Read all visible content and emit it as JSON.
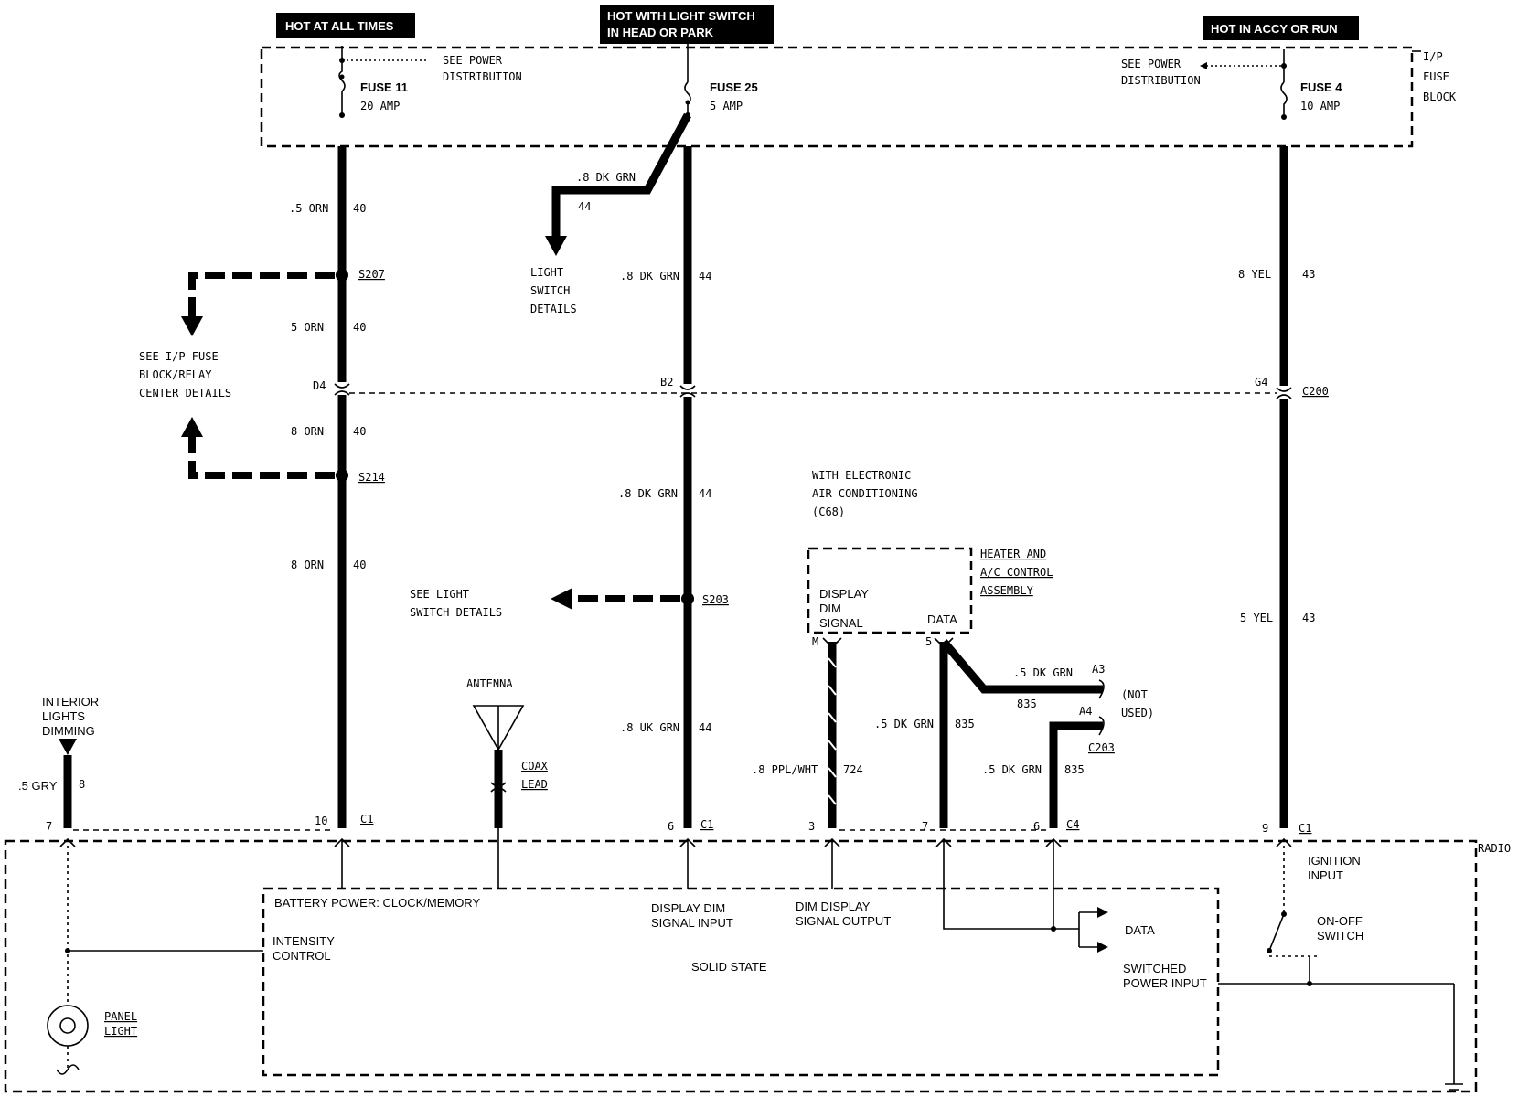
{
  "hot_labels": {
    "always": "HOT AT ALL TIMES",
    "light_switch_1": "HOT WITH LIGHT SWITCH",
    "light_switch_2": "IN HEAD OR PARK",
    "accy": "HOT IN ACCY OR RUN"
  },
  "fuse_block": {
    "label_1": "I/P",
    "label_2": "FUSE",
    "label_3": "BLOCK",
    "power_dist_1": "SEE POWER",
    "power_dist_2": "DISTRIBUTION",
    "fuse11": {
      "name": "FUSE 11",
      "rating": "20 AMP"
    },
    "fuse25": {
      "name": "FUSE 25",
      "rating": "5 AMP"
    },
    "fuse4": {
      "name": "FUSE 4",
      "rating": "10 AMP"
    }
  },
  "wires": {
    "orn_a": {
      "gauge": ".5 ORN",
      "circuit": "40"
    },
    "orn_b": {
      "gauge": "5 ORN",
      "circuit": "40"
    },
    "orn_c": {
      "gauge": "8 ORN",
      "circuit": "40"
    },
    "orn_d": {
      "gauge": "8 ORN",
      "circuit": "40"
    },
    "grn_branch": {
      "gauge": ".8 DK GRN",
      "circuit": "44"
    },
    "grn_a": {
      "gauge": ".8 DK GRN",
      "circuit": "44"
    },
    "grn_b": {
      "gauge": ".8 DK GRN",
      "circuit": "44"
    },
    "grn_c": {
      "gauge": ".8 UK GRN",
      "circuit": "44"
    },
    "yel_a": {
      "gauge": "8 YEL",
      "circuit": "43"
    },
    "yel_b": {
      "gauge": "5 YEL",
      "circuit": "43"
    },
    "gry": {
      "gauge": ".5 GRY",
      "circuit": "8"
    },
    "ppl": {
      "gauge": ".8 PPL/WHT",
      "circuit": "724"
    },
    "dkgrn_835_a": {
      "gauge": ".5 DK GRN",
      "circuit": "835"
    },
    "dkgrn_835_b": {
      "gauge": ".5 DK GRN",
      "circuit": "835"
    },
    "dkgrn_835_c": {
      "gauge": ".5 DK GRN",
      "circuit": "835"
    }
  },
  "splices": {
    "s207": "S207",
    "s214": "S214",
    "s203": "S203"
  },
  "connectors": {
    "d4": "D4",
    "b2": "B2",
    "g4": "G4",
    "c200": "C200",
    "c1": "C1",
    "c4": "C4",
    "c203": "C203",
    "a3": "A3",
    "a4": "A4",
    "pin10": "10",
    "pin7": "7",
    "pin6": "6",
    "pin3": "3",
    "pin7b": "7",
    "pin6b": "6",
    "pin9": "9",
    "pinM": "M",
    "pin5": "5"
  },
  "notes": {
    "ip_fuse_1": "SEE I/P FUSE",
    "ip_fuse_2": "BLOCK/RELAY",
    "ip_fuse_3": "CENTER DETAILS",
    "light_sw_1": "LIGHT",
    "light_sw_2": "SWITCH",
    "light_sw_3": "DETAILS",
    "see_light_1": "SEE LIGHT",
    "see_light_2": "SWITCH DETAILS",
    "eac_1": "WITH ELECTRONIC",
    "eac_2": "AIR CONDITIONING",
    "eac_3": "(C68)",
    "heater_1": "HEATER AND",
    "heater_2": "A/C CONTROL",
    "heater_3": "ASSEMBLY",
    "display_1": "DISPLAY",
    "display_2": "DIM",
    "display_3": "SIGNAL",
    "data": "DATA",
    "not_used_1": "(NOT",
    "not_used_2": "USED)",
    "antenna": "ANTENNA",
    "coax_1": "COAX",
    "coax_2": "LEAD",
    "int_1": "INTERIOR",
    "int_2": "LIGHTS",
    "int_3": "DIMMING"
  },
  "radio": {
    "label": "RADIO",
    "battery": "BATTERY POWER: CLOCK/MEMORY",
    "intensity_1": "INTENSITY",
    "intensity_2": "CONTROL",
    "dd_in_1": "DISPLAY DIM",
    "dd_in_2": "SIGNAL INPUT",
    "dd_out_1": "DIM DISPLAY",
    "dd_out_2": "SIGNAL OUTPUT",
    "solid": "SOLID STATE",
    "data": "DATA",
    "switched_1": "SWITCHED",
    "switched_2": "POWER INPUT",
    "ign_1": "IGNITION",
    "ign_2": "INPUT",
    "onoff_1": "ON-OFF",
    "onoff_2": "SWITCH",
    "panel_1": "PANEL",
    "panel_2": "LIGHT"
  }
}
